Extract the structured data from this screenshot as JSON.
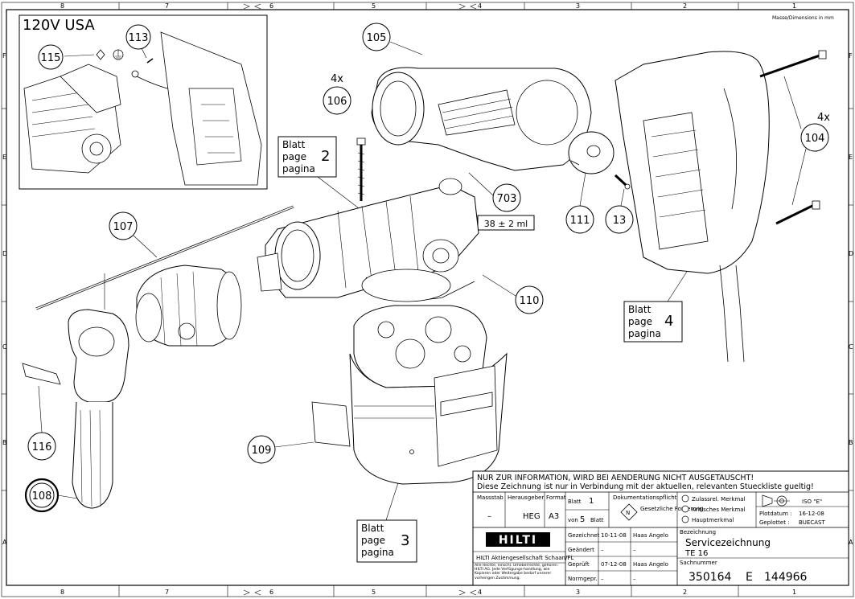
{
  "sheet": {
    "voltage_title": "120V USA",
    "masse_note": "Masse/Dimensions in mm",
    "col_labels_top": [
      "8",
      "7",
      "6",
      "5",
      "4",
      "3",
      "2",
      "1"
    ],
    "col_labels_bottom": [
      "8",
      "7",
      "6",
      "5",
      "4",
      "3",
      "2",
      "1"
    ],
    "row_labels": [
      "F",
      "E",
      "D",
      "C",
      "B",
      "A"
    ]
  },
  "callouts": {
    "c113": "113",
    "c115": "115",
    "c105": "105",
    "c106": "106",
    "c106_qty": "4x",
    "c104": "104",
    "c104_qty": "4x",
    "c703": "703",
    "c703_spec": "38 ± 2 ml",
    "c111": "111",
    "c13": "13",
    "c107": "107",
    "c110": "110",
    "c116": "116",
    "c108": "108",
    "c109": "109"
  },
  "page_refs": [
    {
      "l1": "Blatt",
      "l2": "page",
      "l3": "pagina",
      "num": "2"
    },
    {
      "l1": "Blatt",
      "l2": "page",
      "l3": "pagina",
      "num": "3"
    },
    {
      "l1": "Blatt",
      "l2": "page",
      "l3": "pagina",
      "num": "4"
    }
  ],
  "title_block": {
    "notice_1": "NUR ZUR INFORMATION, WIRD BEI AENDERUNG NICHT AUSGETAUSCHT!",
    "notice_2": "Diese Zeichnung ist nur in Verbindung mit der aktuellen, relevanten Stueckliste gueltig!",
    "massstab_label": "Massstab",
    "massstab_value": "–",
    "herausgeber_label": "Herausgeber",
    "herausgeber_value": "HEG",
    "format_label": "Format",
    "format_value": "A3",
    "blatt_label": "Blatt",
    "blatt_value": "1",
    "von_label": "von",
    "von_value": "5",
    "blatt2_label": "Blatt",
    "dok_label": "Dokumentationspflicht",
    "dok_symbol": "N",
    "dok_note": "Gesetzliche Forderung",
    "merk_1": "Zulassrel. Merkmal",
    "merk_2": "Kritisches Merkmal",
    "merk_3": "Hauptmerkmal",
    "iso_label": "ISO \"E\"",
    "plotdatum_label": "Plotdatum :",
    "plotdatum_value": "16-12-08",
    "geplottet_label": "Geplottet :",
    "geplottet_value": "BUECAST",
    "logo_text": "HILTI",
    "company": "HILTI Aktiengesellschaft Schaan/FL",
    "rights": "Alle Rechte, einschl. Urheberrechte, gehören HILTI AG. Jede Verfügungs-handlung, wie Kopieren oder Weitergabe bedarf unserer vorherigen Zustimmung.",
    "gezeichnet_label": "Gezeichnet",
    "gezeichnet_date": "10-11-08",
    "gezeichnet_name": "Haas Angelo",
    "geaendert_label": "Geändert",
    "geaendert_date": "–",
    "geaendert_name": "–",
    "geprueft_label": "Geprüft",
    "geprueft_date": "07-12-08",
    "geprueft_name": "Haas Angelo",
    "normgepr_label": "Normgepr.",
    "normgepr_date": "–",
    "normgepr_name": "–",
    "bezeichnung_label": "Bezeichnung",
    "bezeichnung_1": "Servicezeichnung",
    "bezeichnung_2": "TE 16",
    "sachnummer_label": "Sachnummer",
    "sachnummer": "350164",
    "revision": "E",
    "doc_number": "144966"
  }
}
